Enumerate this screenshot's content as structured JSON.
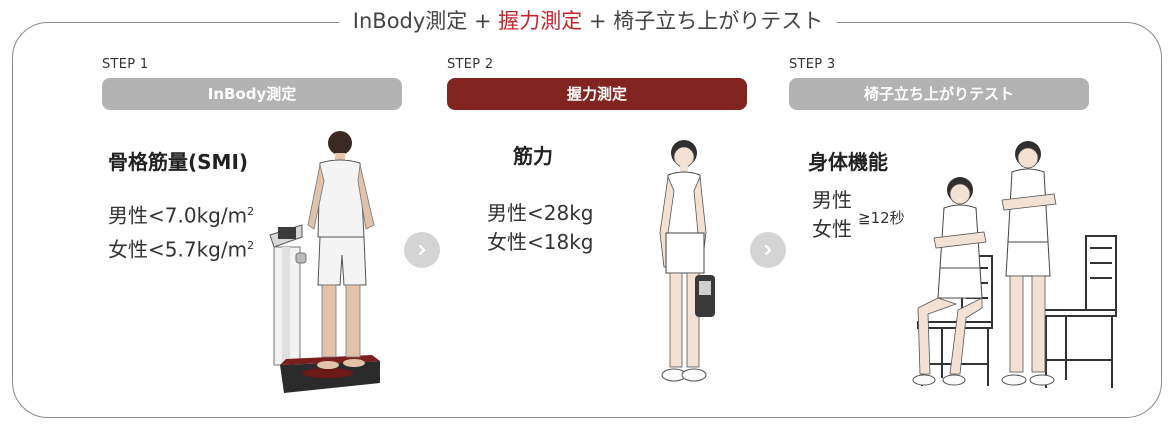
{
  "headline": {
    "part1": "InBody測定 + ",
    "part2": "握力測定",
    "part3": " + 椅子立ち上がりテスト"
  },
  "colors": {
    "accent": "#c4262e",
    "banner_active": "#822521",
    "banner_inactive": "#b3b3b3"
  },
  "steps": [
    {
      "step_label": "STEP 1",
      "banner": "InBody測定",
      "metric_title": "骨格筋量(SMI)",
      "lines": [
        {
          "text": "男性<7.0kg/m",
          "sup": "2"
        },
        {
          "text": "女性<5.7kg/m",
          "sup": "2"
        }
      ]
    },
    {
      "step_label": "STEP 2",
      "banner": "握力測定",
      "metric_title": "筋力",
      "lines": [
        {
          "text": "男性<28kg"
        },
        {
          "text": "女性<18kg"
        }
      ]
    },
    {
      "step_label": "STEP 3",
      "banner": "椅子立ち上がりテスト",
      "metric_title": "身体機能",
      "lines": [
        {
          "text": "男性"
        },
        {
          "text": "女性"
        }
      ],
      "threshold": "≧12秒"
    }
  ],
  "icons": [
    "chevron-right-icon",
    "chevron-right-icon"
  ]
}
